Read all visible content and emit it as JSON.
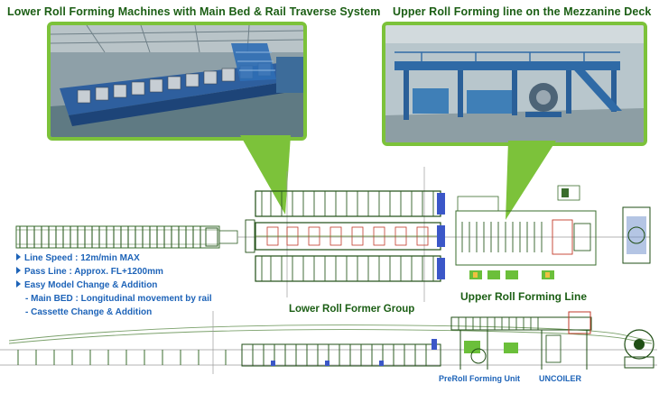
{
  "titles": {
    "lower_photo": "Lower Roll Forming Machines with Main Bed & Rail Traverse System",
    "upper_photo": "Upper Roll Forming line on the Mezzanine Deck"
  },
  "specs": [
    "Line Speed : 12m/min MAX",
    "Pass Line : Approx. FL+1200mm",
    "Easy Model Change & Addition",
    "- Main BED : Longitudinal movement by rail",
    "- Cassette Change & Addition"
  ],
  "labels": {
    "lower_group": "Lower Roll Former Group",
    "upper_line": "Upper Roll Forming Line",
    "preroll": "PreRoll Forming Unit",
    "uncoiler": "UNCOILER"
  },
  "colors": {
    "accent_green": "#7cc23a",
    "title_green": "#1b5e14",
    "spec_blue": "#1d63b8"
  }
}
